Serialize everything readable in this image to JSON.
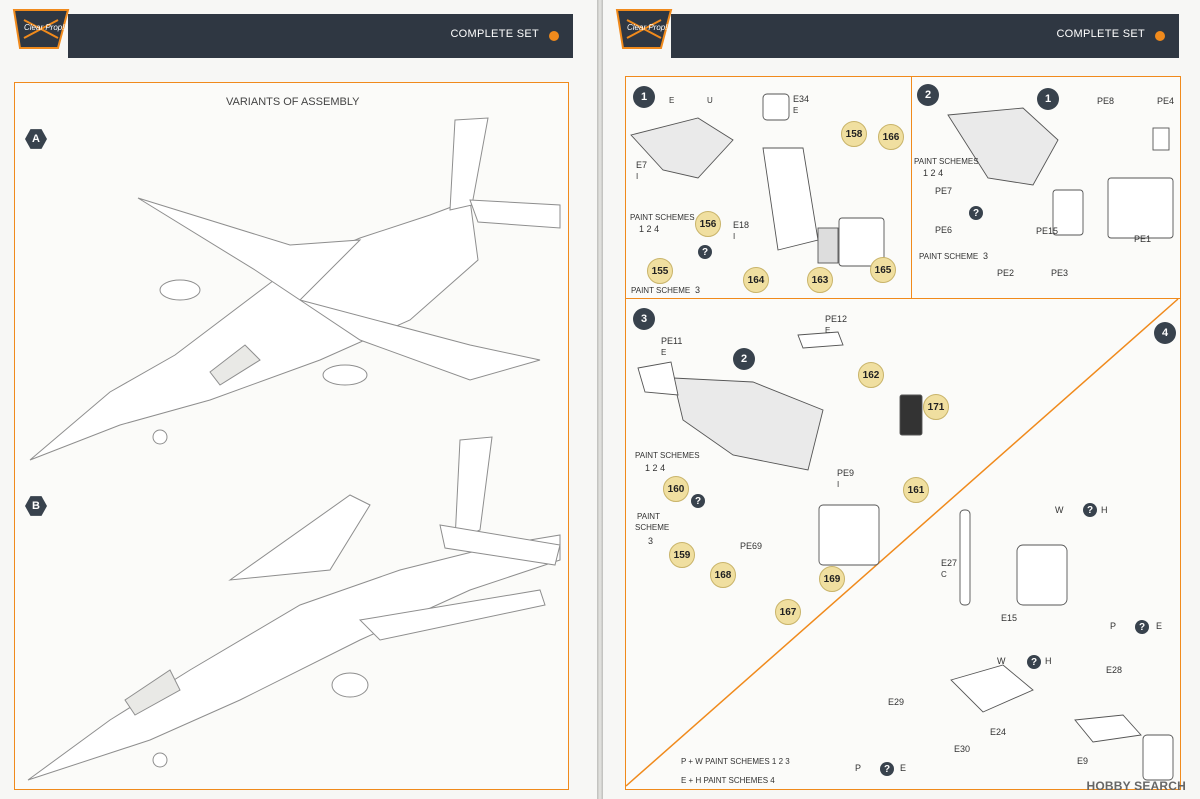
{
  "header": {
    "left_title": "COMPLETE SET",
    "right_title": "COMPLETE SET",
    "logo_text": "Clear Prop!"
  },
  "left": {
    "title": "VARIANTS OF ASSEMBLY",
    "variant_a": "A",
    "variant_b": "B"
  },
  "right": {
    "steps": [
      "1",
      "2",
      "3",
      "4"
    ],
    "step1": {
      "labels": [
        "E",
        "U",
        "E34",
        "E",
        "E7",
        "I",
        "E18",
        "I",
        "PAINT SCHEMES",
        "PAINT SCHEME"
      ],
      "paints": [
        "158",
        "166",
        "156",
        "155",
        "164",
        "163",
        "165"
      ],
      "schemes": [
        "1",
        "2",
        "4"
      ],
      "scheme": "3",
      "ref": "1"
    },
    "step2": {
      "labels": [
        "PE8",
        "PE4",
        "PAINT SCHEMES",
        "PE7",
        "PE6",
        "PE15",
        "PE1",
        "PE2",
        "PE3",
        "PAINT SCHEME"
      ],
      "schemes": [
        "1",
        "2",
        "4"
      ],
      "scheme": "3"
    },
    "step3": {
      "labels": [
        "PE12",
        "E",
        "PE11",
        "E",
        "PAINT SCHEMES",
        "PE9",
        "I",
        "PAINT",
        "SCHEME",
        "PE69"
      ],
      "paints": [
        "162",
        "171",
        "160",
        "161",
        "159",
        "168",
        "169",
        "167"
      ],
      "schemes": [
        "1",
        "2",
        "4"
      ],
      "scheme": "3",
      "ref": "2"
    },
    "step4": {
      "labels": [
        "W",
        "H",
        "E27",
        "C",
        "E15",
        "P",
        "E",
        "W",
        "H",
        "E28",
        "E29",
        "E24",
        "E30",
        "E9",
        "P",
        "E"
      ],
      "legend_1": "P + W  PAINT SCHEMES 1 2 3",
      "legend_2": "E + H  PAINT SCHEMES 4"
    }
  },
  "watermark": "HOBBY SEARCH"
}
